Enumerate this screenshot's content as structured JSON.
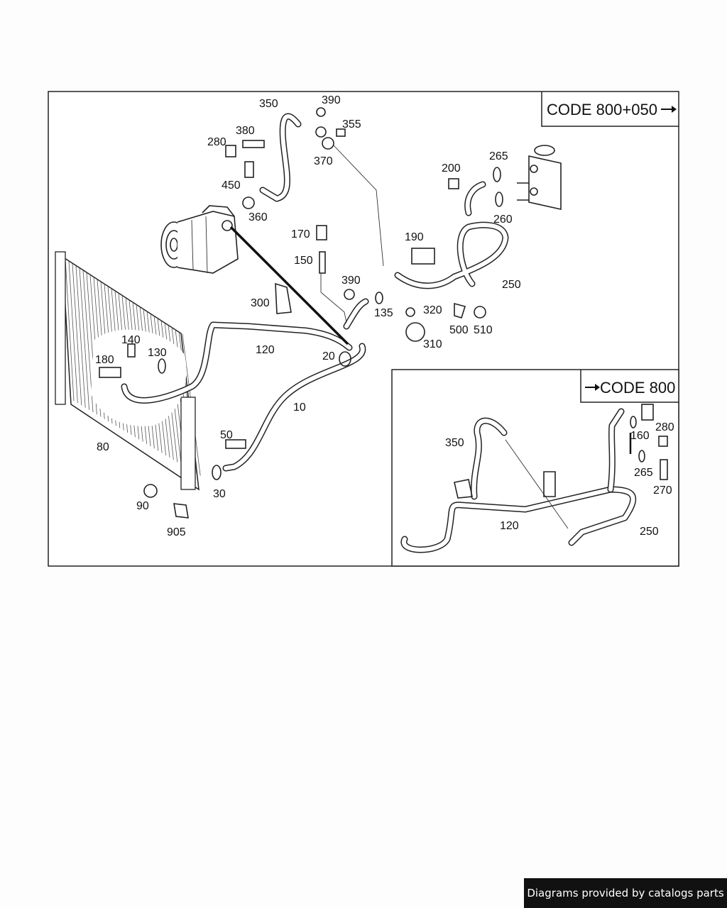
{
  "main_code": "CODE 800+050",
  "inset_code": "CODE 800",
  "footer_text": "Diagrams provided by catalogs parts",
  "labels_main": [
    "350",
    "390",
    "355",
    "380",
    "280",
    "370",
    "450",
    "360",
    "200",
    "265",
    "260",
    "170",
    "190",
    "150",
    "390",
    "250",
    "300",
    "135",
    "320",
    "140",
    "120",
    "500",
    "510",
    "180",
    "130",
    "310",
    "20",
    "10",
    "50",
    "80",
    "30",
    "90",
    "905"
  ],
  "labels_inset": [
    "350",
    "160",
    "280",
    "265",
    "270",
    "120",
    "250"
  ]
}
